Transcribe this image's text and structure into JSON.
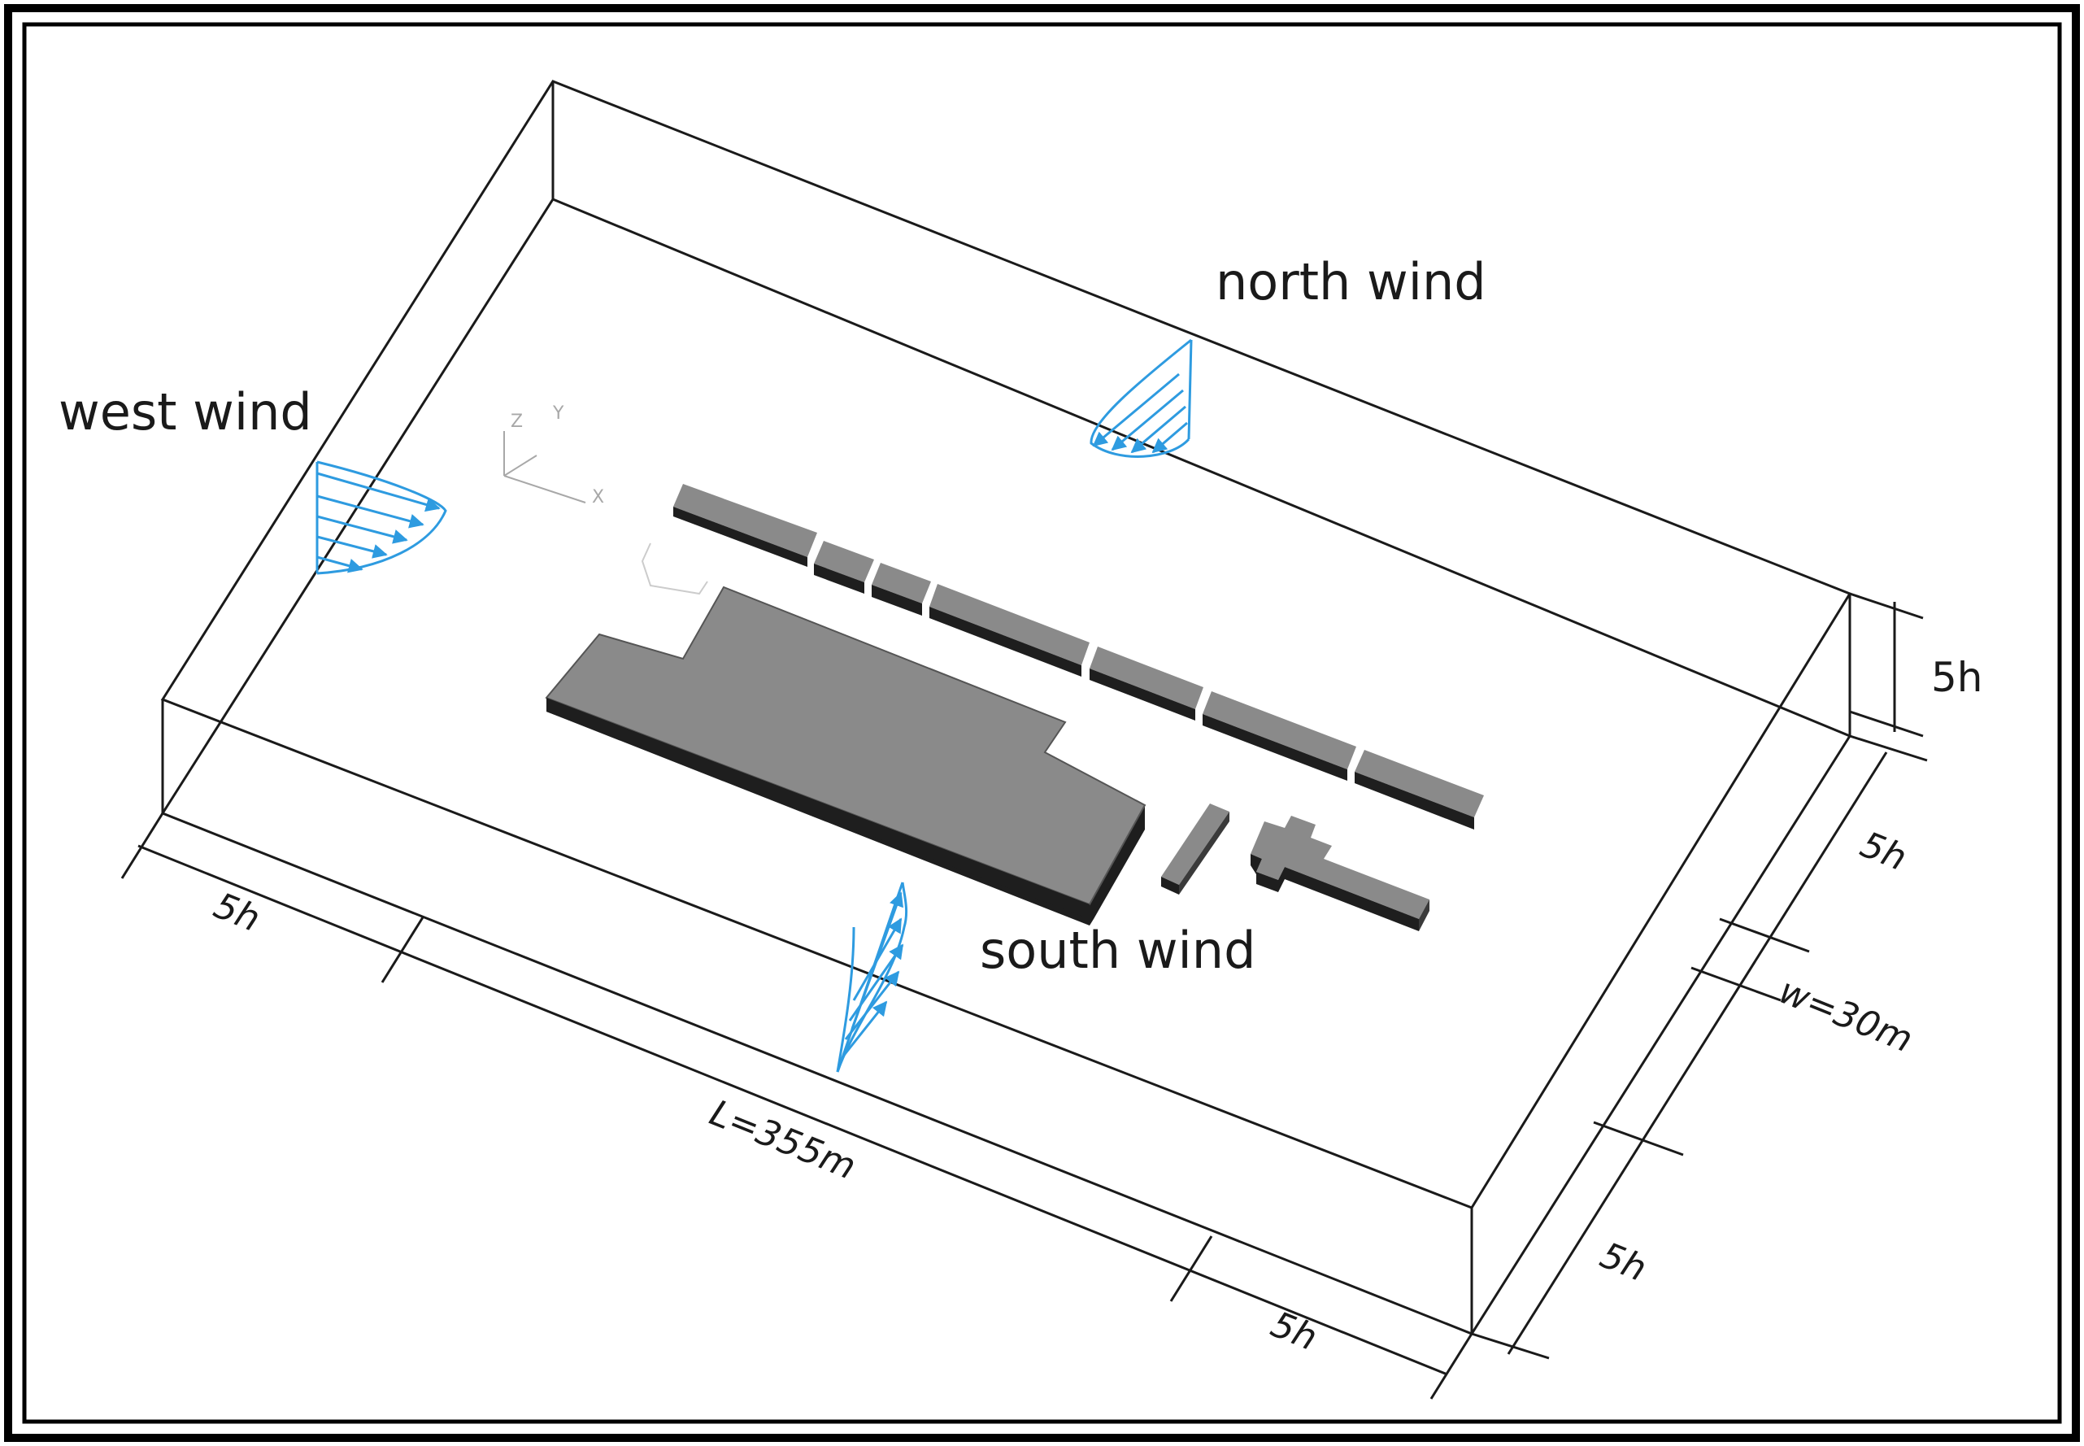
{
  "labels": {
    "west_wind": "west wind",
    "north_wind": "north wind",
    "south_wind": "south wind"
  },
  "dimensions": {
    "height_offset": "5h",
    "length": "L=355m",
    "width": "w=30m",
    "front_left_offset": "5h",
    "front_right_offset": "5h",
    "side_front_offset": "5h",
    "side_back_offset": "5h"
  },
  "axes": {
    "x": "X",
    "y": "Y",
    "z": "Z"
  },
  "colors": {
    "frame": "#000000",
    "domain_lines": "#1a1a1a",
    "building_top": "#8a8a8a",
    "building_side": "#1e1e1e",
    "wind_profile": "#2e9be0"
  }
}
